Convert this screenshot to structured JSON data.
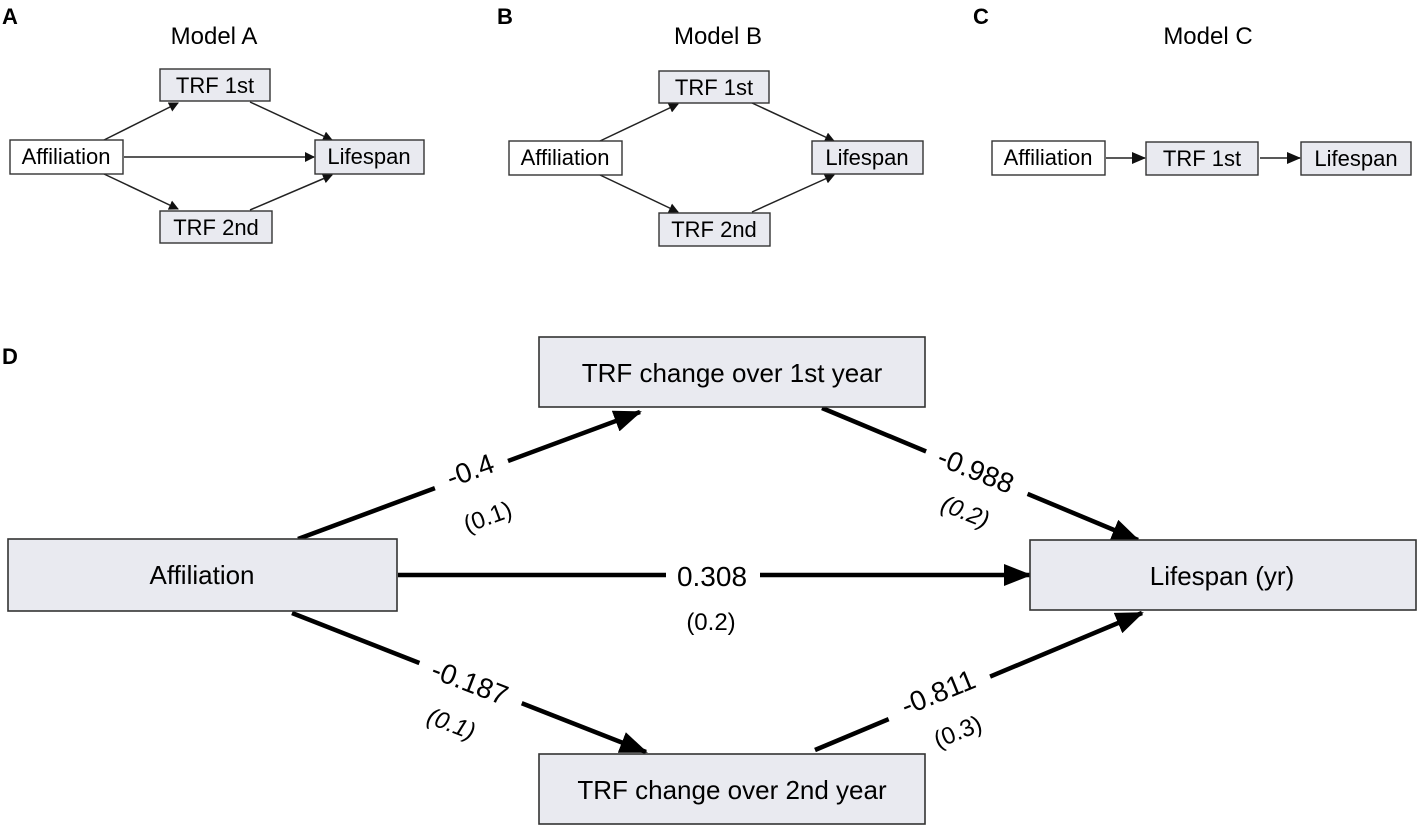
{
  "panels": {
    "a": {
      "letter": "A",
      "title": "Model A",
      "nodes": {
        "affiliation": "Affiliation",
        "trf1": "TRF 1st",
        "trf2": "TRF 2nd",
        "lifespan": "Lifespan"
      }
    },
    "b": {
      "letter": "B",
      "title": "Model B",
      "nodes": {
        "affiliation": "Affiliation",
        "trf1": "TRF 1st",
        "trf2": "TRF 2nd",
        "lifespan": "Lifespan"
      }
    },
    "c": {
      "letter": "C",
      "title": "Model C",
      "nodes": {
        "affiliation": "Affiliation",
        "trf1": "TRF 1st",
        "lifespan": "Lifespan"
      }
    },
    "d": {
      "letter": "D",
      "nodes": {
        "affiliation": "Affiliation",
        "trf1": "TRF change over 1st year",
        "trf2": "TRF change over 2nd year",
        "lifespan": "Lifespan (yr)"
      },
      "paths": {
        "aff_trf1": {
          "coef": "-0.4",
          "se": "(0.1)"
        },
        "trf1_life": {
          "coef": "-0.988",
          "se": "(0.2)"
        },
        "aff_life": {
          "coef": "0.308",
          "se": "(0.2)"
        },
        "aff_trf2": {
          "coef": "-0.187",
          "se": "(0.1)"
        },
        "trf2_life": {
          "coef": "-0.811",
          "se": "(0.3)"
        }
      }
    }
  },
  "colors": {
    "node_fill": "#e9eaf0",
    "node_fill_source": "#ffffff",
    "line": "#000000"
  }
}
